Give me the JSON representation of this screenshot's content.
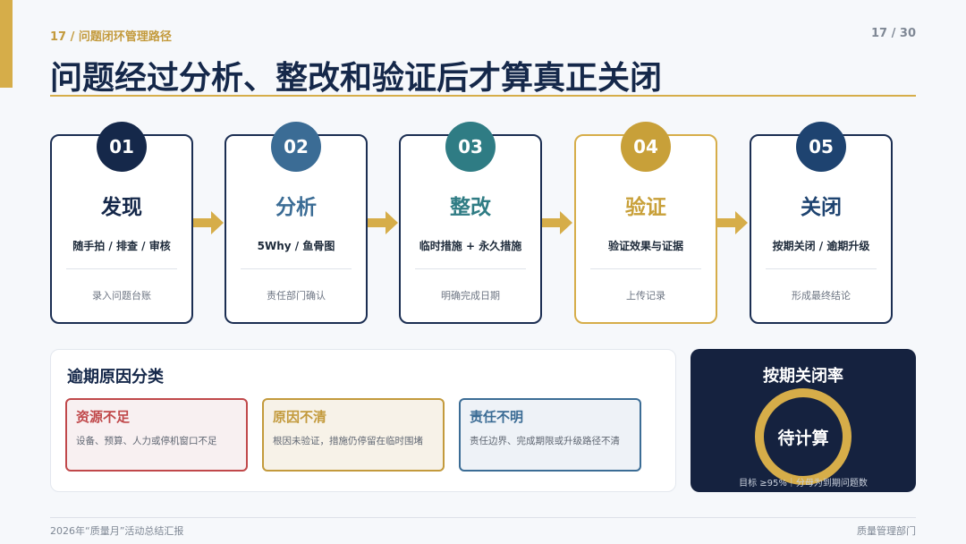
{
  "header": {
    "breadcrumb": "17  /  问题闭环管理路径",
    "page": "17 / 30",
    "title": "问题经过分析、整改和验证后才算真正关闭"
  },
  "steps": [
    {
      "num": "01",
      "name": "发现",
      "sub": "随手拍 / 排查 / 审核",
      "note": "录入问题台账",
      "color": "#15284a"
    },
    {
      "num": "02",
      "name": "分析",
      "sub": "5Why / 鱼骨图",
      "note": "责任部门确认",
      "color": "#3b6c95"
    },
    {
      "num": "03",
      "name": "整改",
      "sub": "临时措施 + 永久措施",
      "note": "明确完成日期",
      "color": "#2f7c84"
    },
    {
      "num": "04",
      "name": "验证",
      "sub": "验证效果与证据",
      "note": "上传记录",
      "color": "#c8a039"
    },
    {
      "num": "05",
      "name": "关闭",
      "sub": "按期关闭 / 逾期升级",
      "note": "形成最终结论",
      "color": "#1e4370"
    }
  ],
  "reasons": {
    "title": "逾期原因分类",
    "items": [
      {
        "title": "资源不足",
        "desc": "设备、预算、人力或停机窗口不足",
        "color": "#c0484a",
        "bg": "#f8f0f1"
      },
      {
        "title": "原因不清",
        "desc": "根因未验证，措施仍停留在临时围堵",
        "color": "#c39a3c",
        "bg": "#f7f2e8"
      },
      {
        "title": "责任不明",
        "desc": "责任边界、完成期限或升级路径不清",
        "color": "#3b6c95",
        "bg": "#eef2f7"
      }
    ]
  },
  "rate": {
    "title": "按期关闭率",
    "value": "待计算",
    "target": "目标 ≥95%｜分母为到期问题数"
  },
  "footer": {
    "left": "2026年“质量月”活动总结汇报",
    "right": "质量管理部门"
  },
  "colors": {
    "accent": "#d6ad49",
    "navy": "#15284a"
  }
}
